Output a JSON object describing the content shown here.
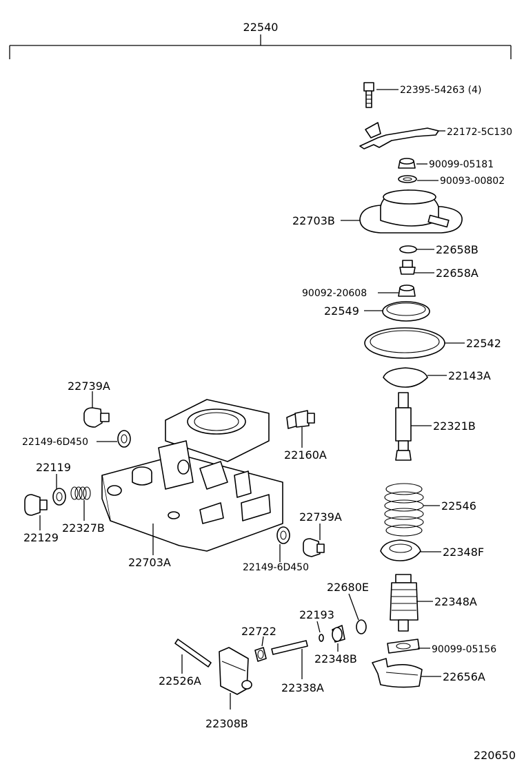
{
  "assembly_label": "22540",
  "diagram_id": "220650",
  "parts": {
    "p22395": "22395-54263 (4)",
    "p22172": "22172-5C130",
    "p90099a": "90099-05181",
    "p90093": "90093-00802",
    "p22703B": "22703B",
    "p22658B": "22658B",
    "p22658A": "22658A",
    "p90092": "90092-20608",
    "p22549": "22549",
    "p22542": "22542",
    "p22143A": "22143A",
    "p22321B": "22321B",
    "p22546": "22546",
    "p22348F": "22348F",
    "p22348A": "22348A",
    "p90099b": "90099-05156",
    "p22656A": "22656A",
    "p22739A_top": "22739A",
    "p22149_top": "22149-6D450",
    "p22160A": "22160A",
    "p22119": "22119",
    "p22129": "22129",
    "p22327B": "22327B",
    "p22703A": "22703A",
    "p22739A_mid": "22739A",
    "p22149_mid": "22149-6D450",
    "p22680E": "22680E",
    "p22193": "22193",
    "p22722": "22722",
    "p22348B": "22348B",
    "p22526A": "22526A",
    "p22338A": "22338A",
    "p22308B": "22308B"
  }
}
